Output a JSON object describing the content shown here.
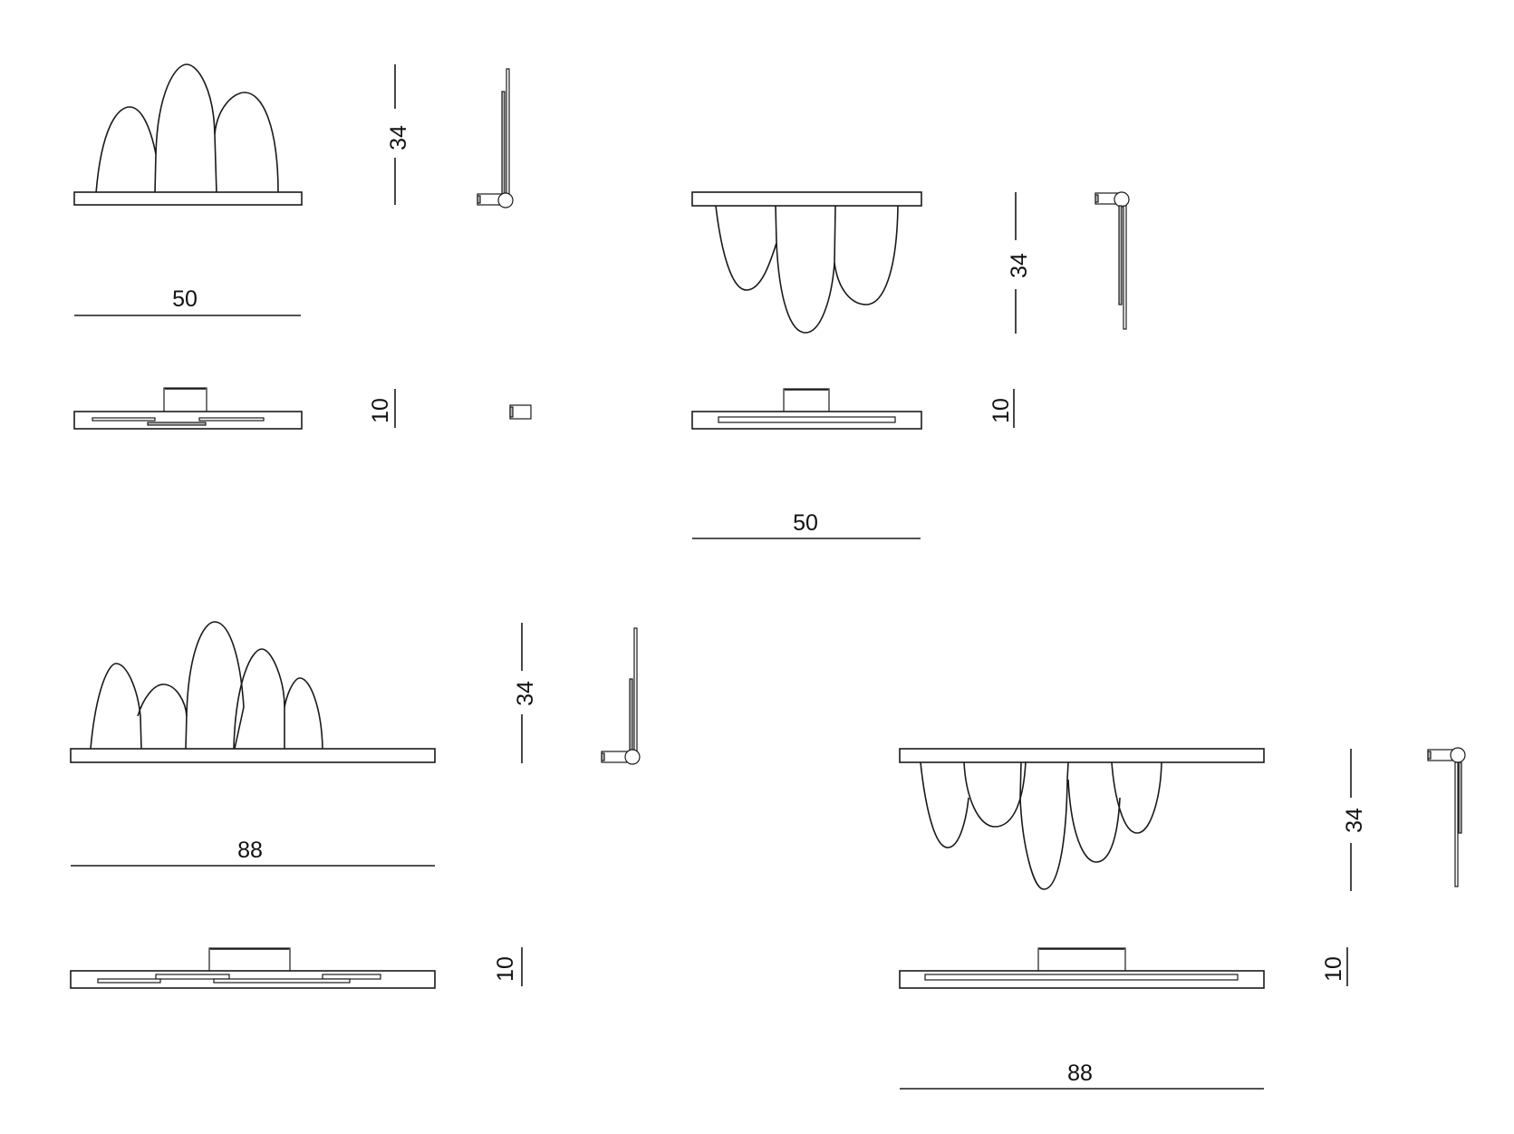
{
  "drawing": {
    "stroke_color": "#1a1a1a",
    "background": "#ffffff"
  },
  "variants": [
    {
      "id": "small-up",
      "shades": 3,
      "orientation": "upward",
      "width_label": "50",
      "height_label": "34",
      "depth_label": "10"
    },
    {
      "id": "small-down",
      "shades": 3,
      "orientation": "downward",
      "width_label": "50",
      "height_label": "34",
      "depth_label": "10"
    },
    {
      "id": "large-up",
      "shades": 5,
      "orientation": "upward",
      "width_label": "88",
      "height_label": "34",
      "depth_label": "10"
    },
    {
      "id": "large-down",
      "shades": 5,
      "orientation": "downward",
      "width_label": "88",
      "height_label": "34",
      "depth_label": "10"
    }
  ]
}
